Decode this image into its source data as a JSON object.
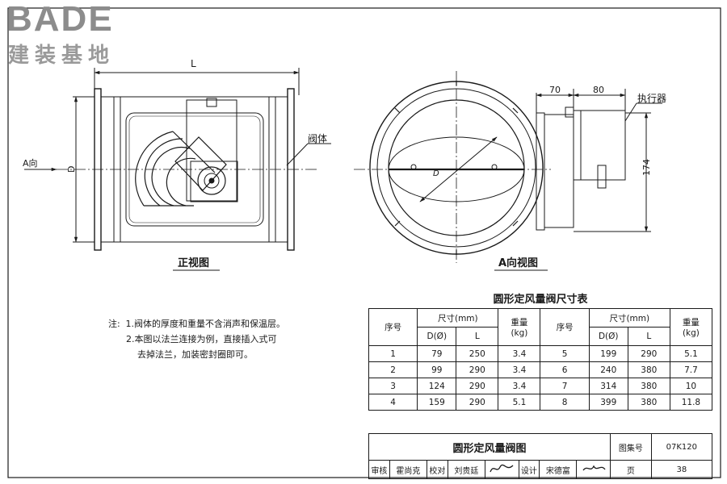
{
  "logo": {
    "word": "BADE",
    "cn": "建装基地"
  },
  "drawing": {
    "front_view_title": "正视图",
    "a_view_title": "A向视图",
    "dim_L": "L",
    "dim_D": "D",
    "dim_70": "70",
    "dim_80": "80",
    "dim_174": "174",
    "label_valve_body": "阀体",
    "label_actuator": "执行器",
    "label_a_dir": "A向"
  },
  "notes": {
    "prefix": "注:",
    "line1": "1.阀体的厚度和重量不含消声和保温层。",
    "line2": "2.本图以法兰连接为例，直接插入式可",
    "line3": "去掉法兰，加装密封圈即可。"
  },
  "size_table": {
    "title": "圆形定风量阀尺寸表",
    "col_seq": "序号",
    "col_size": "尺寸(mm)",
    "col_d": "D(Ø)",
    "col_l": "L",
    "col_weight": "重量",
    "col_weight_unit": "(kg)",
    "rows_left": [
      {
        "seq": "1",
        "d": "79",
        "l": "250",
        "w": "3.4"
      },
      {
        "seq": "2",
        "d": "99",
        "l": "290",
        "w": "3.4"
      },
      {
        "seq": "3",
        "d": "124",
        "l": "290",
        "w": "3.4"
      },
      {
        "seq": "4",
        "d": "159",
        "l": "290",
        "w": "5.1"
      }
    ],
    "rows_right": [
      {
        "seq": "5",
        "d": "199",
        "l": "290",
        "w": "5.1"
      },
      {
        "seq": "6",
        "d": "240",
        "l": "380",
        "w": "7.7"
      },
      {
        "seq": "7",
        "d": "314",
        "l": "380",
        "w": "10"
      },
      {
        "seq": "8",
        "d": "399",
        "l": "380",
        "w": "11.8"
      }
    ]
  },
  "title_block": {
    "name": "圆形定风量阀图",
    "atlas_label": "图集号",
    "atlas_no": "07K120",
    "review_label": "审核",
    "review_name": "霍尚克",
    "check_label": "校对",
    "check_name": "刘贵廷",
    "design_label": "设计",
    "design_name": "宋德富",
    "page_label": "页",
    "page_no": "38"
  }
}
